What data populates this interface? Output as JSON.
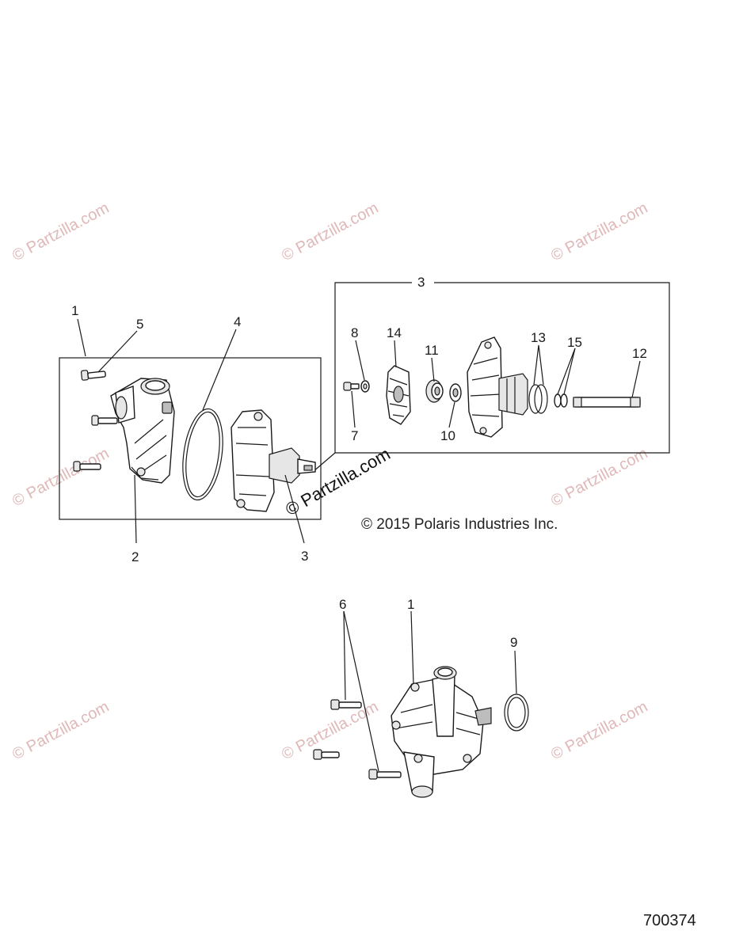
{
  "watermark": {
    "text": "© Partzilla.com",
    "overlay_text": "© Partzilla.com"
  },
  "copyright": "© 2015 Polaris Industries Inc.",
  "figure_number": "700374",
  "callouts": {
    "c1_top": "1",
    "c5": "5",
    "c4": "4",
    "c2": "2",
    "c3_bottom": "3",
    "c3_box": "3",
    "c8": "8",
    "c14": "14",
    "c11": "11",
    "c13": "13",
    "c15": "15",
    "c12": "12",
    "c7": "7",
    "c10": "10",
    "c6": "6",
    "c1_lower": "1",
    "c9": "9"
  }
}
